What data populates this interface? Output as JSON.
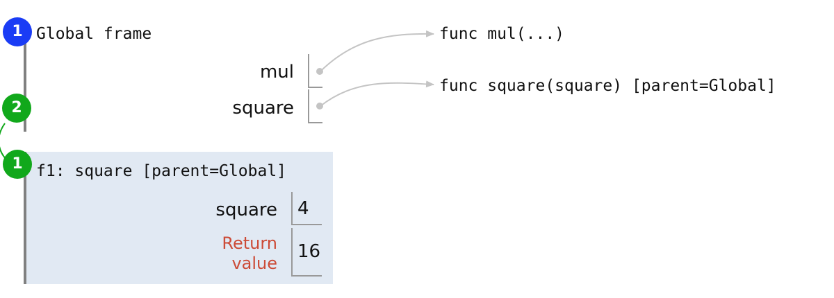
{
  "global_frame": {
    "title": "Global frame",
    "step_badge": "1",
    "variables": [
      {
        "name": "mul",
        "value_type": "pointer"
      },
      {
        "name": "square",
        "value_type": "pointer"
      }
    ]
  },
  "f1_frame": {
    "title": "f1: square [parent=Global]",
    "step_badge": "1",
    "variables": [
      {
        "name": "square",
        "value": "4"
      }
    ],
    "return": {
      "label_line1": "Return",
      "label_line2": "value",
      "value": "16"
    }
  },
  "call_badge": "2",
  "heap_objects": [
    {
      "label": "func mul(...)"
    },
    {
      "label": "func square(square) [parent=Global]"
    }
  ],
  "colors": {
    "frame_bar": "#808080",
    "frame_bg": "#e1e9f3",
    "badge_blue": "#1a3cf5",
    "badge_green": "#11a81b",
    "return_label": "#cc4b37",
    "pointer": "#c4c4c4"
  }
}
